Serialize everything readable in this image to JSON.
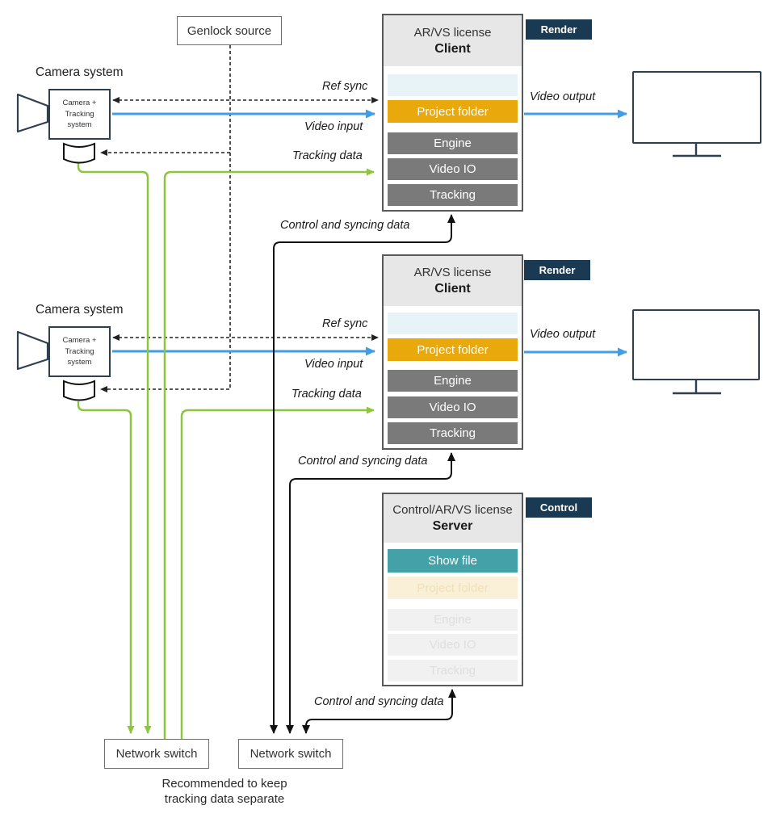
{
  "colors": {
    "video_blue": "#3f9ee8",
    "tracking_green": "#8cc63f",
    "project_orange": "#e9a80c",
    "show_file_teal": "#45a1a8",
    "tag_navy": "#1a3a54",
    "hardware_outline": "#2e3f50",
    "module_gray": "#7a7a7a"
  },
  "genlock": {
    "label": "Genlock source"
  },
  "cameras": [
    {
      "title": "Camera system",
      "unit_lines": [
        "Camera +",
        "Tracking",
        "system"
      ]
    },
    {
      "title": "Camera system",
      "unit_lines": [
        "Camera +",
        "Tracking",
        "system"
      ]
    }
  ],
  "clients": [
    {
      "license": "AR/VS license",
      "role": "Client",
      "tag": "Render",
      "rows": {
        "project_folder": "Project folder",
        "engine": "Engine",
        "video_io": "Video IO",
        "tracking": "Tracking"
      }
    },
    {
      "license": "AR/VS license",
      "role": "Client",
      "tag": "Render",
      "rows": {
        "project_folder": "Project folder",
        "engine": "Engine",
        "video_io": "Video IO",
        "tracking": "Tracking"
      }
    }
  ],
  "server": {
    "license": "Control/AR/VS license",
    "role": "Server",
    "tag": "Control",
    "rows": {
      "show_file": "Show file",
      "project_folder": "Project folder",
      "engine": "Engine",
      "video_io": "Video IO",
      "tracking": "Tracking"
    }
  },
  "switches": [
    {
      "label": "Network switch"
    },
    {
      "label": "Network switch"
    }
  ],
  "note_lines": [
    "Recommended to keep",
    "tracking data separate"
  ],
  "edge_labels": {
    "ref_sync": "Ref sync",
    "video_input": "Video input",
    "tracking_data": "Tracking data",
    "video_output": "Video output",
    "control_sync": "Control and syncing data"
  }
}
